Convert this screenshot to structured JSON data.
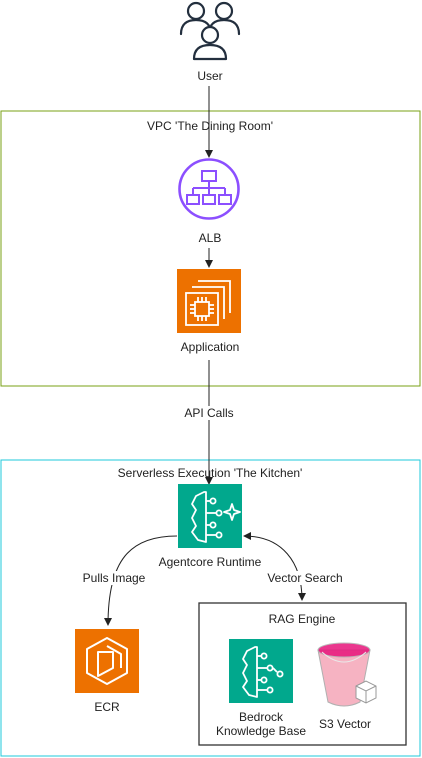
{
  "nodes": {
    "user": {
      "label": "User",
      "icon": "users-icon"
    },
    "alb": {
      "label": "ALB",
      "icon": "load-balancer-icon",
      "color": "#8C4FFF"
    },
    "application": {
      "label": "Application",
      "icon": "ec2-instance-icon",
      "color": "#ED7100"
    },
    "agentcore": {
      "label": "Agentcore Runtime",
      "icon": "bedrock-agentcore-icon",
      "color": "#01A88D"
    },
    "ecr": {
      "label": "ECR",
      "icon": "ecr-icon",
      "color": "#ED7100"
    },
    "knowledge_base": {
      "label_line1": "Bedrock",
      "label_line2": "Knowledge Base",
      "icon": "bedrock-icon",
      "color": "#01A88D"
    },
    "s3_vector": {
      "label": "S3 Vector",
      "icon": "s3-bucket-icon",
      "color": "#E7157B"
    }
  },
  "groups": {
    "vpc": {
      "label": "VPC 'The Dining Room'",
      "border_color": "#7AA116"
    },
    "serverless": {
      "label": "Serverless Execution 'The Kitchen'",
      "border_color": "#1FC8DB"
    },
    "rag": {
      "label": "RAG Engine",
      "border_color": "#333333"
    }
  },
  "edges": {
    "api_calls": "API Calls",
    "pulls_image": "Pulls Image",
    "vector_search": "Vector Search"
  }
}
